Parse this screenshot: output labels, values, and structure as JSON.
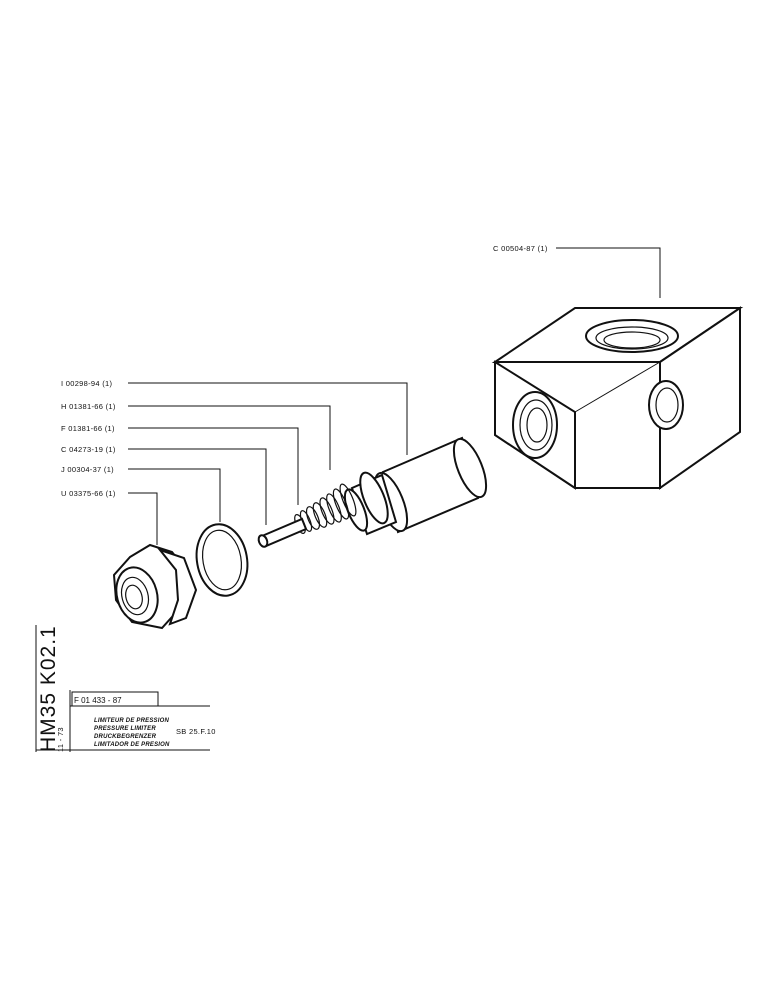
{
  "parts": [
    {
      "label": "C 00504-87 (1)",
      "name": "body"
    },
    {
      "label": "I 00298-94 (1)",
      "name": "sleeve"
    },
    {
      "label": "H 01381-66 (1)",
      "name": "piston"
    },
    {
      "label": "F 01381-66 (1)",
      "name": "spring"
    },
    {
      "label": "C 04273-19 (1)",
      "name": "needle"
    },
    {
      "label": "J 00304-37 (1)",
      "name": "o-ring"
    },
    {
      "label": "U 03375-66 (1)",
      "name": "plug"
    }
  ],
  "side_code": "HM35 K02.1",
  "ref_number": "F 01 433 - 87",
  "date_code": "11 - 73",
  "title_lines": [
    "LIMITEUR DE PRESSION",
    "PRESSURE LIMITER",
    "DRUCKBEGRENZER",
    "LIMITADOR DE PRESION"
  ],
  "model": "SB 25.F.10"
}
